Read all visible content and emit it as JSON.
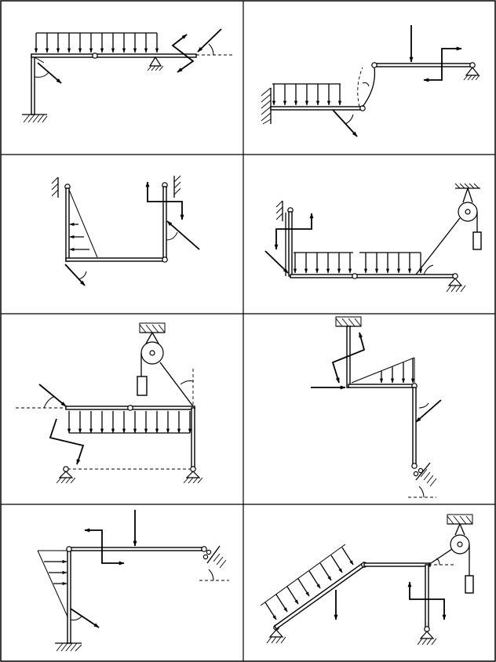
{
  "sheet": {
    "columns": 2,
    "rows": 4,
    "border_color": "#000000",
    "line_color": "#000000",
    "background": "#ffffff"
  },
  "panels": [
    {
      "index": 1,
      "elements": [
        "fixed-support",
        "distributed-load",
        "hinge",
        "pin-support",
        "inclined-force",
        "angle-arc",
        "moment-symbol"
      ]
    },
    {
      "index": 2,
      "elements": [
        "fixed-support",
        "distributed-load",
        "hinge",
        "curved-member",
        "roller-support",
        "point-force",
        "moment-symbol"
      ]
    },
    {
      "index": 3,
      "elements": [
        "wall-hinge",
        "triangular-load",
        "u-frame",
        "inclined-force",
        "moment-symbol"
      ]
    },
    {
      "index": 4,
      "elements": [
        "wall-hinge",
        "pulley",
        "weight",
        "rope",
        "distributed-load",
        "roller-support",
        "inclined-force"
      ]
    },
    {
      "index": 5,
      "elements": [
        "pulley",
        "weight",
        "rope",
        "distributed-load",
        "hinge",
        "roller-support",
        "inclined-force",
        "moment-symbol"
      ]
    },
    {
      "index": 6,
      "elements": [
        "fixed-support",
        "triangular-load",
        "point-force",
        "inclined-roller",
        "inclined-force",
        "moment-symbol"
      ]
    },
    {
      "index": 7,
      "elements": [
        "fixed-support",
        "triangular-load",
        "point-force",
        "inclined-roller",
        "inclined-force",
        "moment-symbol"
      ]
    },
    {
      "index": 8,
      "elements": [
        "pin-support",
        "inclined-distributed-load",
        "pulley",
        "weight",
        "point-force",
        "moment-symbol"
      ]
    }
  ]
}
